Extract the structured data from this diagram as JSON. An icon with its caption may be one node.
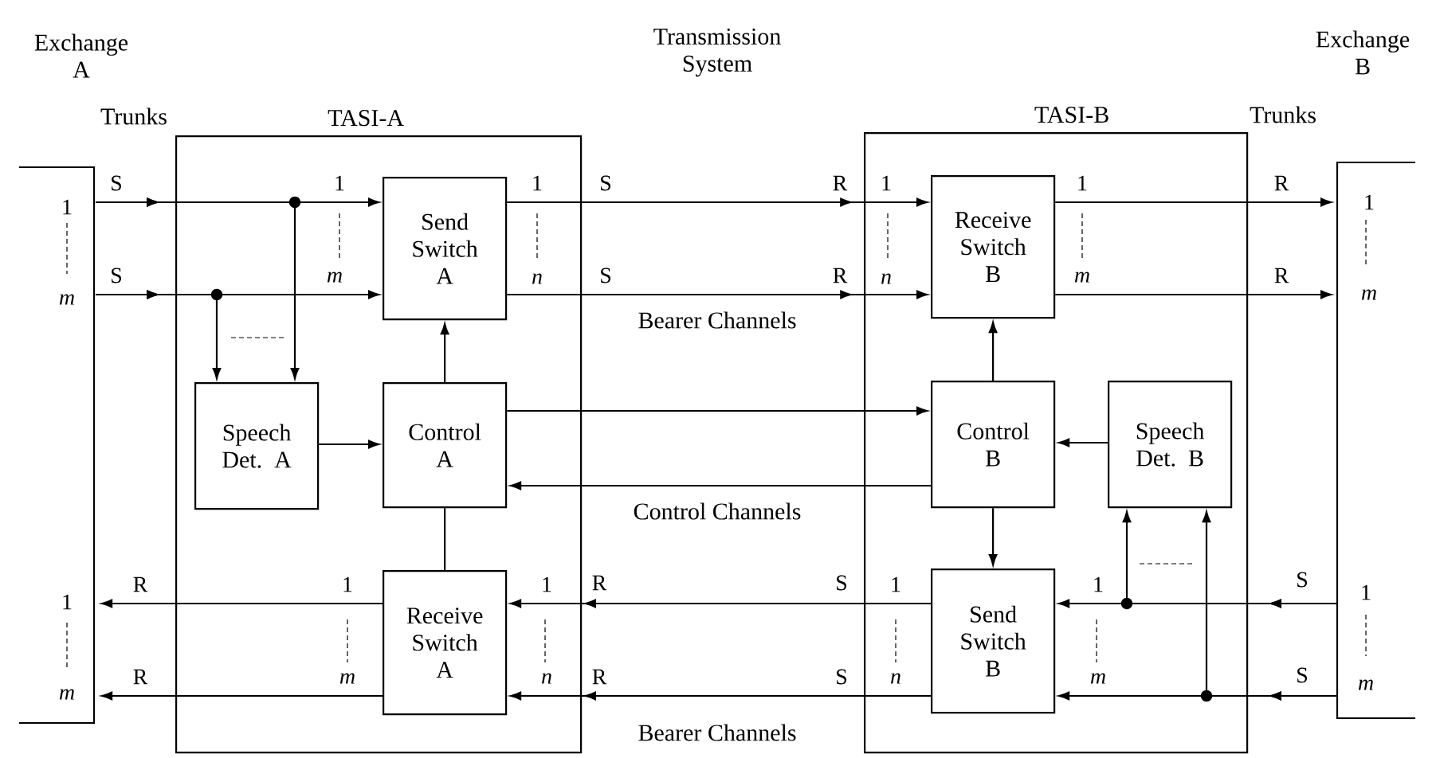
{
  "diagram": {
    "nodes": [
      {
        "text": [],
        "shape": "bracket"
      },
      {
        "text": [
          "TASI-A"
        ]
      },
      {
        "text": [
          "Send Switch A"
        ],
        "in": 1
      },
      {
        "text": [
          "Speech Det. A"
        ],
        "in": 1
      },
      {
        "text": [
          "Control A"
        ],
        "in": 1
      },
      {
        "text": [
          "Receive Switch A"
        ],
        "in": 1
      },
      {
        "text": [
          "TASI-B"
        ]
      },
      {
        "text": [
          "Receive Switch B"
        ],
        "in": 6
      },
      {
        "text": [
          "Control B"
        ],
        "in": 6
      },
      {
        "text": [
          "Speech Det. B"
        ],
        "in": 6
      },
      {
        "text": [
          "Send Switch B"
        ],
        "in": 6
      },
      {
        "text": [],
        "shape": "bracket"
      }
    ],
    "edges": [
      {
        "from": 0,
        "to": 2,
        "arrow": "to"
      },
      {
        "from": 0,
        "to": 2,
        "arrow": "to"
      },
      {
        "from": 0,
        "to": 3,
        "arrow": "to"
      },
      {
        "from": 0,
        "to": 3,
        "arrow": "to"
      },
      {
        "from": 2,
        "to": 7,
        "arrow": "to"
      },
      {
        "from": 2,
        "to": 7,
        "arrow": "to"
      },
      {
        "from": 3,
        "to": 4,
        "arrow": "to"
      },
      {
        "from": 4,
        "to": 2,
        "arrow": "to"
      },
      {
        "from": 4,
        "to": 8,
        "arrow": "to"
      },
      {
        "from": 8,
        "to": 4,
        "arrow": "to"
      },
      {
        "from": 4,
        "to": 5,
        "arrow": "none"
      },
      {
        "from": 7,
        "to": 11,
        "arrow": "to"
      },
      {
        "from": 7,
        "to": 11,
        "arrow": "to"
      },
      {
        "from": 8,
        "to": 7,
        "arrow": "to"
      },
      {
        "from": 9,
        "to": 8,
        "arrow": "to"
      },
      {
        "from": 8,
        "to": 10,
        "arrow": "to"
      },
      {
        "from": 11,
        "to": 10,
        "arrow": "to"
      },
      {
        "from": 11,
        "to": 10,
        "arrow": "to"
      },
      {
        "from": 11,
        "to": 9,
        "arrow": "to"
      },
      {
        "from": 11,
        "to": 9,
        "arrow": "to"
      },
      {
        "from": 10,
        "to": 5,
        "arrow": "to"
      },
      {
        "from": 10,
        "to": 5,
        "arrow": "to"
      },
      {
        "from": 5,
        "to": 0,
        "arrow": "to"
      },
      {
        "from": 5,
        "to": 0,
        "arrow": "to"
      }
    ],
    "labels": [
      "Exchange A",
      "Transmission System",
      "Exchange B",
      "Trunks",
      "Trunks",
      "S",
      "1",
      "1",
      "S",
      "R",
      "1",
      "1",
      "R",
      "1",
      "1",
      "S",
      "m",
      "n",
      "S",
      "R",
      "n",
      "m",
      "R",
      "m",
      "m",
      "Bearer Channels",
      "Control Channels",
      "R",
      "1",
      "1",
      "R",
      "S",
      "1",
      "1",
      "S",
      "1",
      "1",
      "R",
      "m",
      "n",
      "R",
      "S",
      "n",
      "m",
      "S",
      "m",
      "m",
      "Bearer Channels"
    ]
  }
}
